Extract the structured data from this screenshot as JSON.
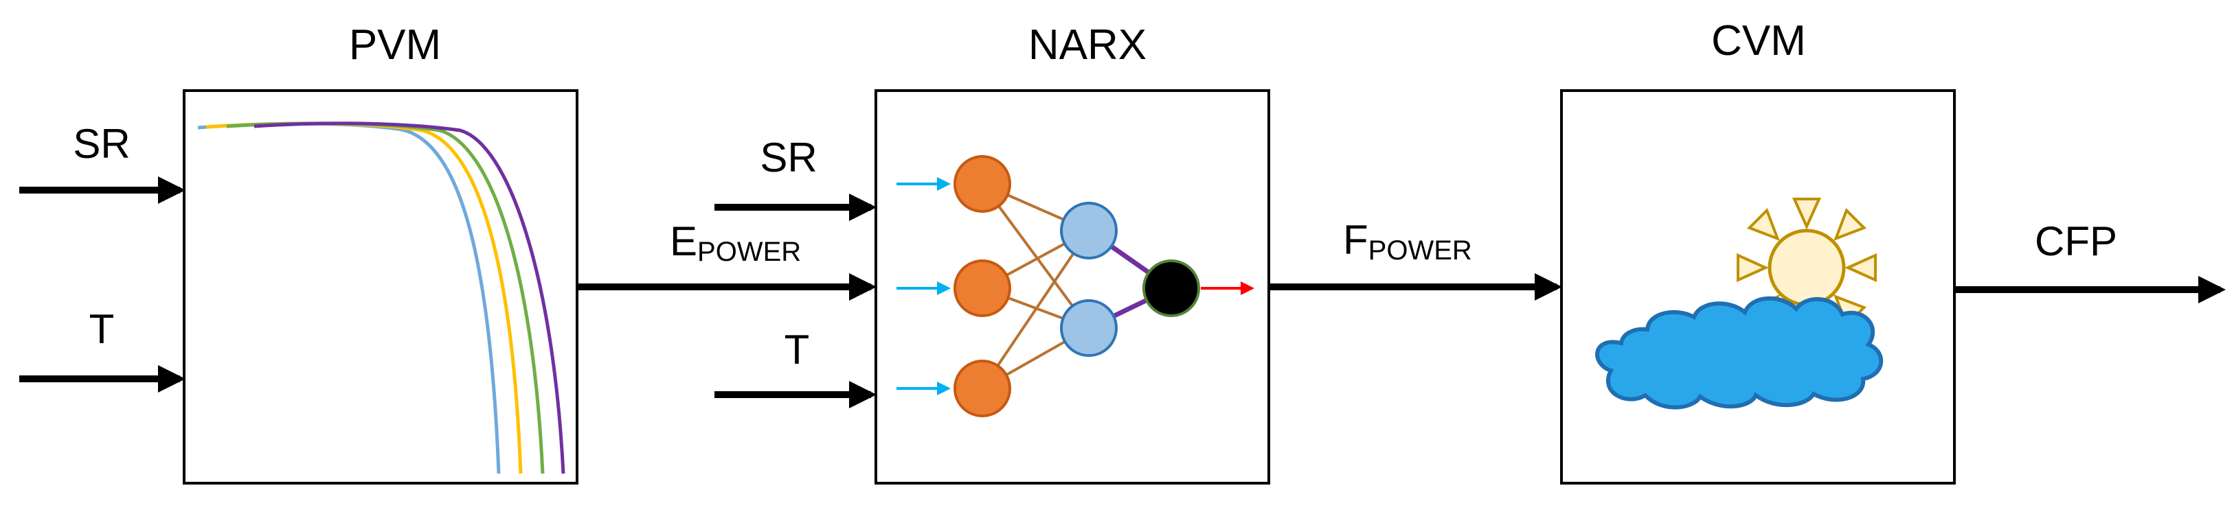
{
  "blocks": {
    "pvm": {
      "title": "PVM",
      "inputs": [
        "SR",
        "T"
      ]
    },
    "narx": {
      "title": "NARX",
      "inputs": [
        "SR",
        "T"
      ]
    },
    "cvm": {
      "title": "CVM"
    }
  },
  "signals": {
    "e_power": {
      "main": "E",
      "sub": "POWER"
    },
    "f_power": {
      "main": "F",
      "sub": "POWER"
    },
    "cfp": "CFP"
  },
  "colors": {
    "stroke": "#000000",
    "curve_blue": "#6fa8dc",
    "curve_yellow": "#ffc000",
    "curve_green": "#70ad47",
    "curve_purple": "#7030a0",
    "input_neuron": "#ed7d31",
    "input_neuron_stroke": "#c55a11",
    "hidden_neuron": "#9dc3e6",
    "hidden_neuron_stroke": "#2e75b6",
    "output_neuron": "#000000",
    "output_neuron_stroke": "#548235",
    "weight_line": "#b87333",
    "output_weight": "#7030a0",
    "input_arrow": "#00b0f0",
    "output_arrow": "#ff0000",
    "cloud_fill": "#2aa7ea",
    "cloud_stroke": "#1f6fb2",
    "sun_fill": "#fff2cc",
    "sun_stroke": "#bf9000"
  },
  "icons": {
    "pvm_plot": "iv-curves-icon",
    "narx_net": "neural-network-icon",
    "cvm_weather": "sun-behind-cloud-icon"
  }
}
